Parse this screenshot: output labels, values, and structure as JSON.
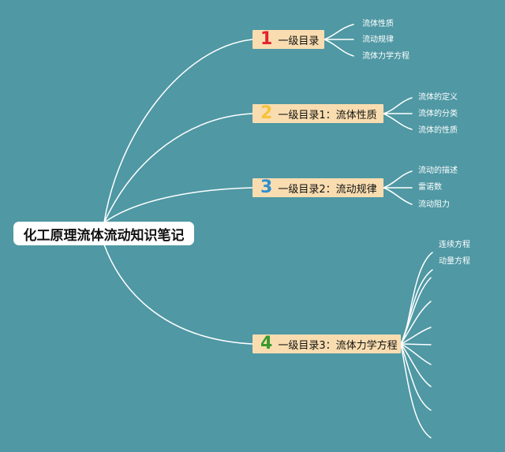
{
  "root": {
    "label": "化工原理流体流动知识笔记"
  },
  "branches": [
    {
      "number": "1",
      "number_color": "#e2232e",
      "label": "一级目录",
      "children": [
        "流体性质",
        "流动规律",
        "流体力学方程"
      ]
    },
    {
      "number": "2",
      "number_color": "#f6c23a",
      "label": "一级目录1：流体性质",
      "children": [
        "流体的定义",
        "流体的分类",
        "流体的性质"
      ]
    },
    {
      "number": "3",
      "number_color": "#2f8fd1",
      "label": "一级目录2：流动规律",
      "children": [
        "流动的描述",
        "雷诺数",
        "流动阻力"
      ]
    },
    {
      "number": "4",
      "number_color": "#3a9a2e",
      "label": "一级目录3：流体力学方程",
      "children": [
        "连续方程",
        "动量方程"
      ]
    }
  ],
  "colors": {
    "background": "#4f98a4",
    "branch_fill": "#f9ddb0",
    "line": "#ffffff"
  }
}
